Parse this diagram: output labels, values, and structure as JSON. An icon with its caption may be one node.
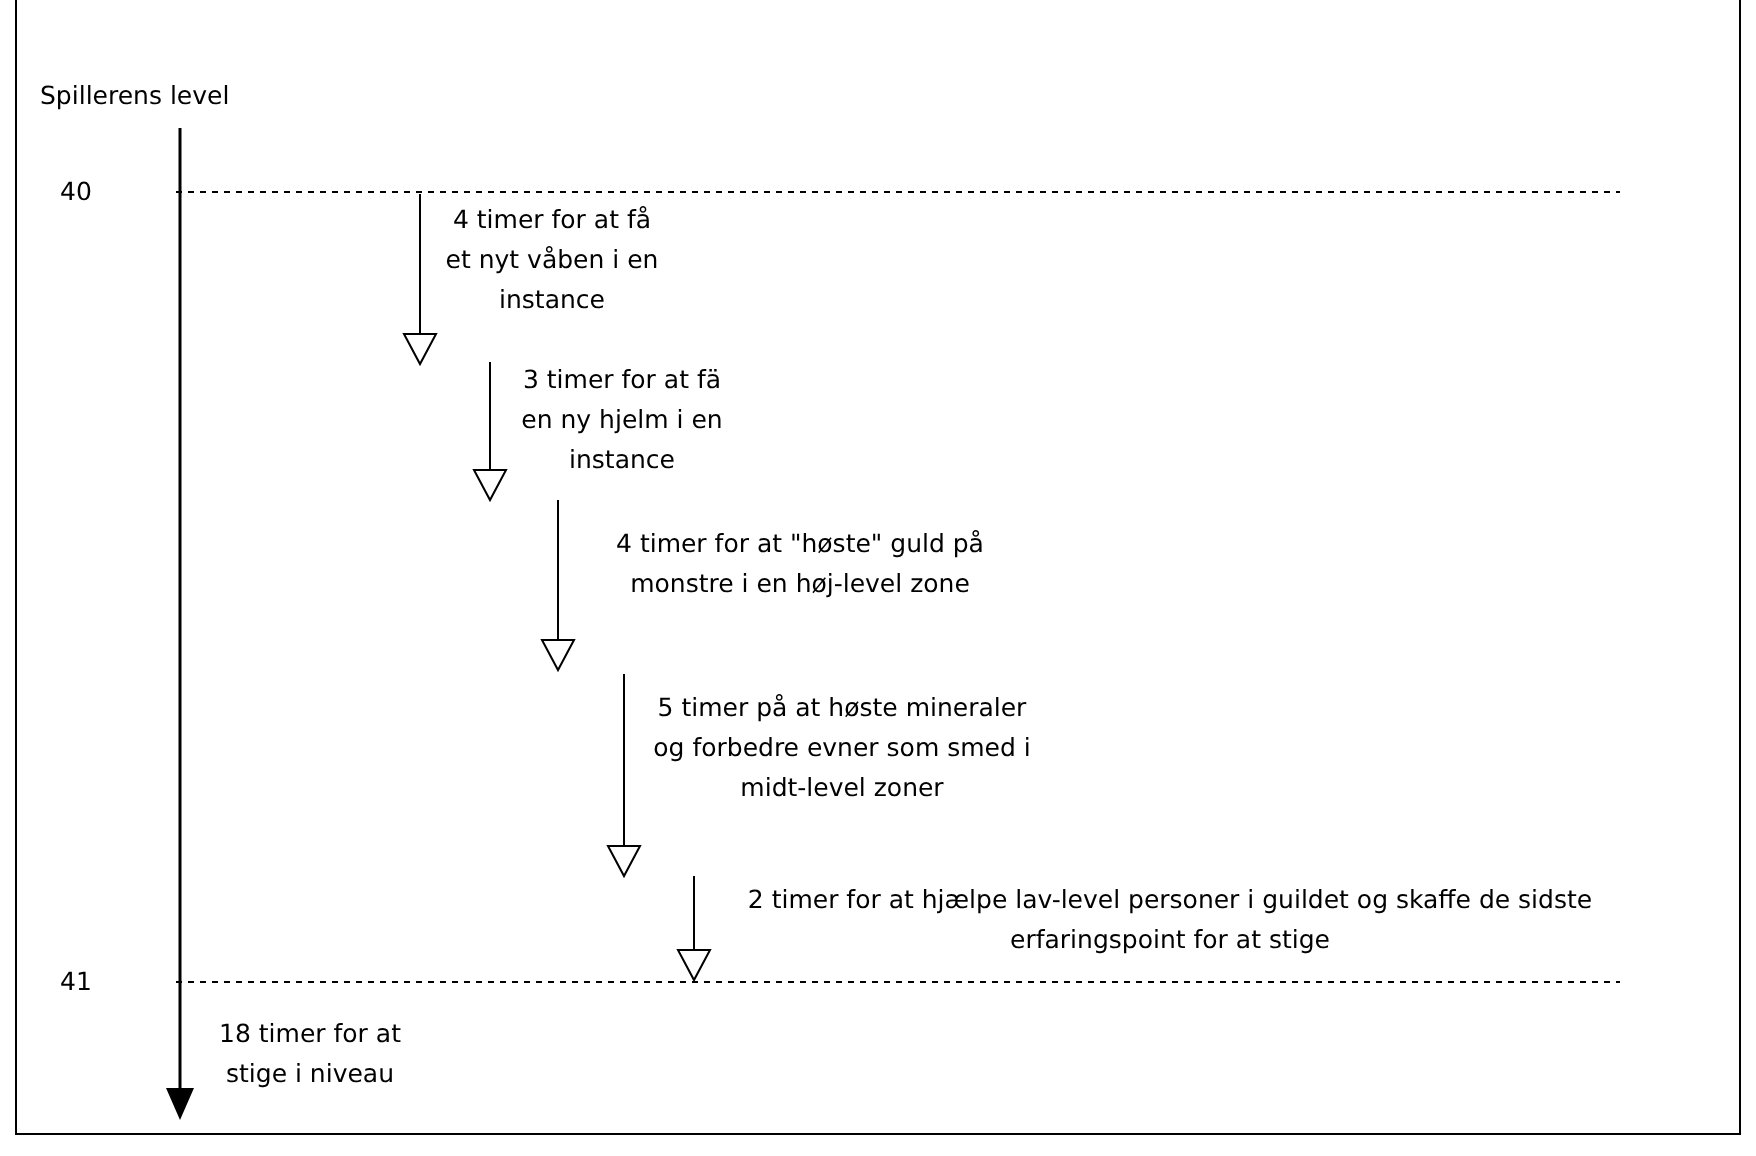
{
  "diagram": {
    "labels": [
      "Spillerens level",
      "40",
      "4 timer for at få et nyt våben i en instance",
      "3 timer for at fä en ny hjelm i en instance",
      "4 timer for at \"høste\" guld på monstre i en høj-level zone",
      "5 timer på at høste mineraler og forbedre evner som smed i midt-level zoner",
      "2 timer for at hjælpe lav-level personer i guildet og skaffe de sidste erfaringspoint for at stige",
      "41",
      "18 timer for at stige i niveau"
    ]
  }
}
